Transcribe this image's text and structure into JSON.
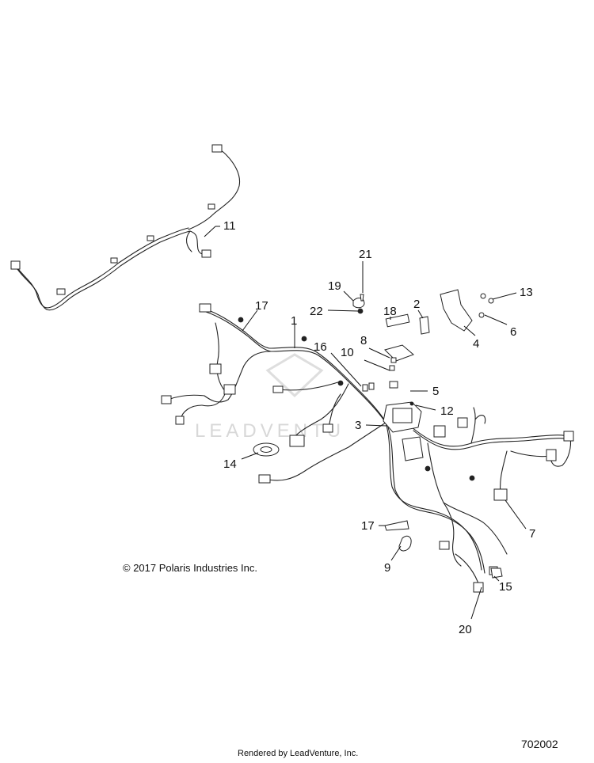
{
  "watermark": "LEADVENTU",
  "copyright": "© 2017 Polaris Industries Inc.",
  "rendered_by": "Rendered by LeadVenture, Inc.",
  "diagram_number": "702002",
  "callouts": {
    "c1": "1",
    "c2": "2",
    "c3": "3",
    "c4": "4",
    "c5": "5",
    "c6": "6",
    "c7": "7",
    "c8": "8",
    "c9": "9",
    "c10": "10",
    "c11": "11",
    "c12": "12",
    "c13": "13",
    "c14": "14",
    "c15": "15",
    "c16": "16",
    "c17a": "17",
    "c17b": "17",
    "c18": "18",
    "c19": "19",
    "c20": "20",
    "c21": "21",
    "c22": "22"
  }
}
